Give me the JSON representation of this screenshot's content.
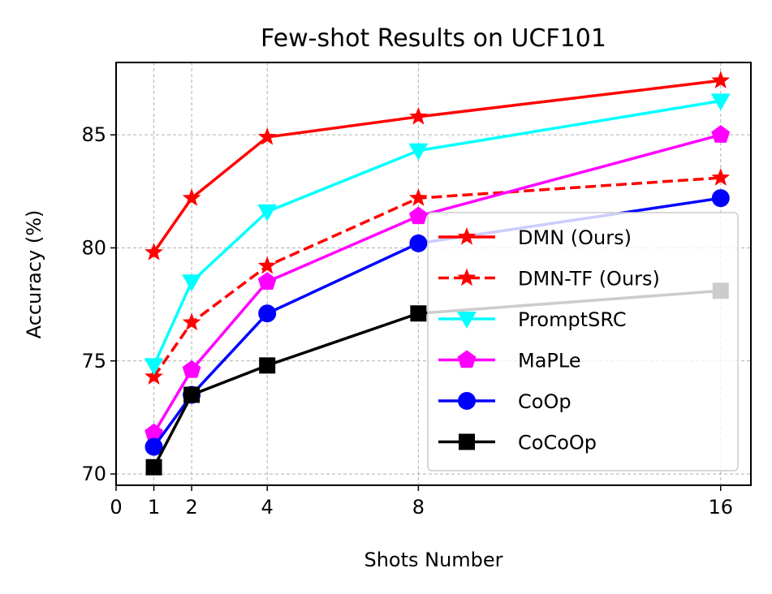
{
  "chart_data": {
    "type": "line",
    "title": "Few-shot Results on UCF101",
    "xlabel": "Shots Number",
    "ylabel": "Accuracy (%)",
    "xlim": [
      0,
      16.8
    ],
    "ylim": [
      69.5,
      88.2
    ],
    "xticks": [
      0,
      1,
      2,
      4,
      8,
      16
    ],
    "yticks": [
      70,
      75,
      80,
      85
    ],
    "grid": true,
    "legend_position": "lower-right",
    "x": [
      1,
      2,
      4,
      8,
      16
    ],
    "series": [
      {
        "name": "DMN (Ours)",
        "values": [
          79.8,
          82.2,
          84.9,
          85.8,
          87.4
        ],
        "color": "#ff0000",
        "marker": "star",
        "dashed": false
      },
      {
        "name": "DMN-TF (Ours)",
        "values": [
          74.3,
          76.7,
          79.2,
          82.2,
          83.1
        ],
        "color": "#ff0000",
        "marker": "star",
        "dashed": true
      },
      {
        "name": "PromptSRC",
        "values": [
          74.8,
          78.5,
          81.6,
          84.3,
          86.5
        ],
        "color": "#00ffff",
        "marker": "triangle-down",
        "dashed": false
      },
      {
        "name": "MaPLe",
        "values": [
          71.8,
          74.6,
          78.5,
          81.4,
          85.0
        ],
        "color": "#ff00ff",
        "marker": "pentagon",
        "dashed": false
      },
      {
        "name": "CoOp",
        "values": [
          71.2,
          73.5,
          77.1,
          80.2,
          82.2
        ],
        "color": "#0000ff",
        "marker": "circle",
        "dashed": false
      },
      {
        "name": "CoCoOp",
        "values": [
          70.3,
          73.5,
          74.8,
          77.1,
          78.1
        ],
        "color": "#000000",
        "marker": "square",
        "dashed": false
      }
    ]
  }
}
